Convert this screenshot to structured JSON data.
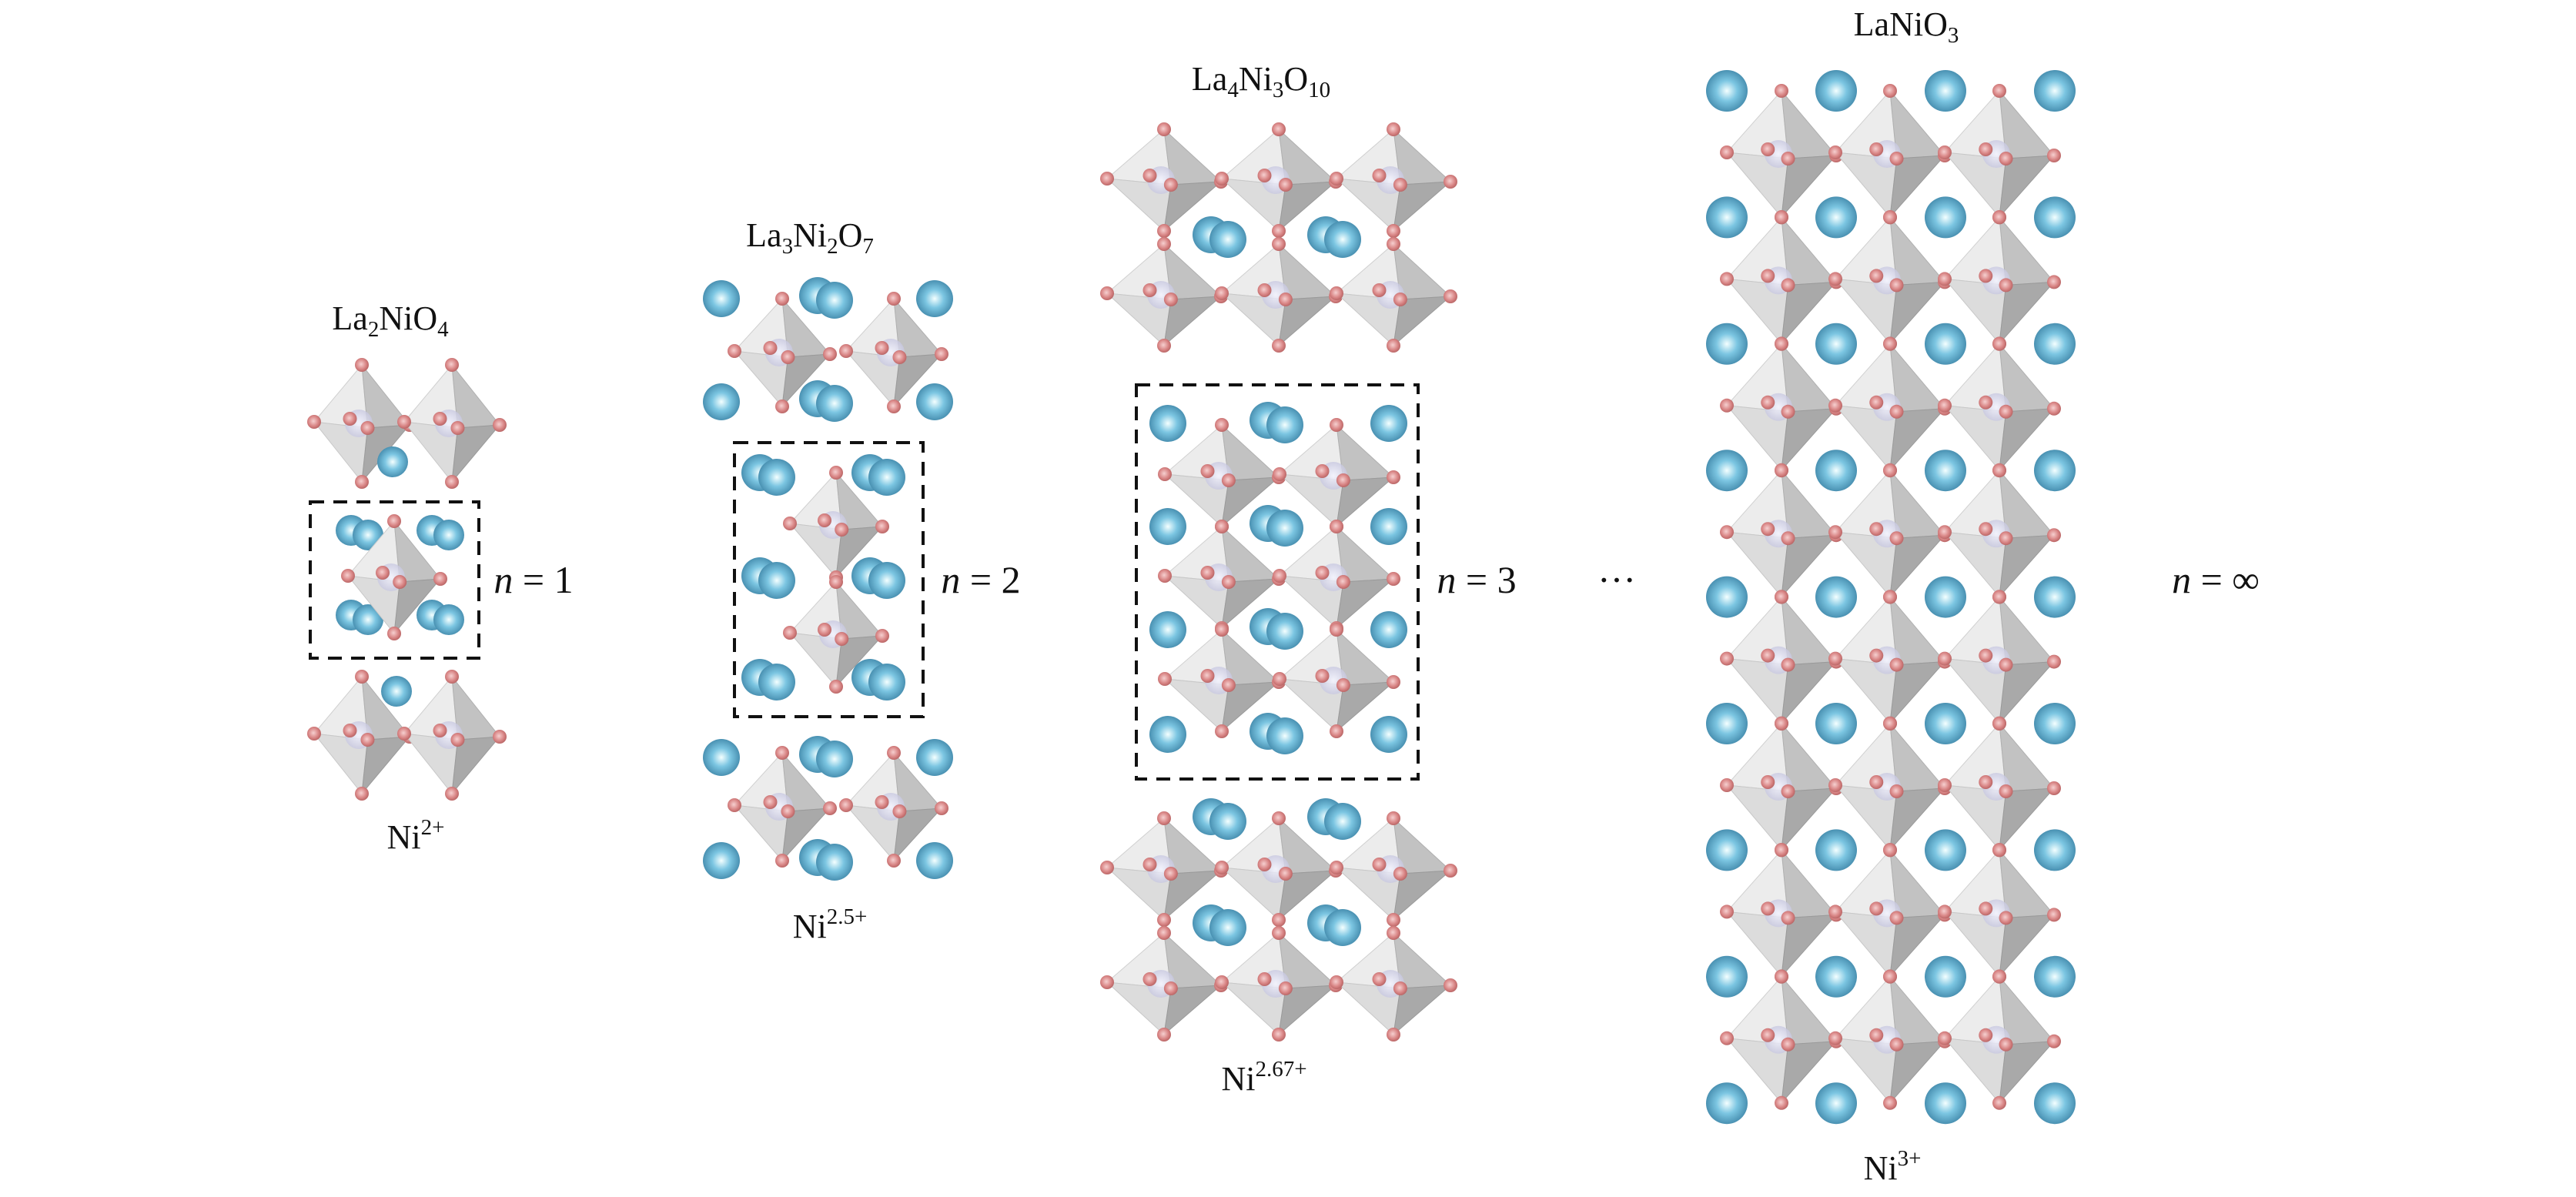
{
  "structures": [
    {
      "id": "la2nio4",
      "formula": [
        "La",
        "2",
        "Ni",
        "O",
        "4"
      ],
      "n_var": "n",
      "n_eq": " = ",
      "n_val": "1",
      "valence_base": "Ni",
      "valence_sup": "2+"
    },
    {
      "id": "la3ni2o7",
      "formula": [
        "La",
        "3",
        "Ni",
        "2",
        "O",
        "7"
      ],
      "n_var": "n",
      "n_eq": " = ",
      "n_val": "2",
      "valence_base": "Ni",
      "valence_sup": "2.5+"
    },
    {
      "id": "la4ni3o10",
      "formula": [
        "La",
        "4",
        "Ni",
        "3",
        "O",
        "10"
      ],
      "n_var": "n",
      "n_eq": " = ",
      "n_val": "3",
      "valence_base": "Ni",
      "valence_sup": "2.67+"
    },
    {
      "id": "lanio3",
      "formula": [
        "LaNiO",
        "3"
      ],
      "n_var": "n",
      "n_eq": " = ",
      "n_val": "∞",
      "valence_base": "Ni",
      "valence_sup": "3+"
    }
  ],
  "ellipsis": "···",
  "colors": {
    "la": "#6bbcdc",
    "la_edge": "#3f86a8",
    "o": "#d98686",
    "ni": "#d9d9ee",
    "oct_light": "#ececec",
    "oct_dark": "#b8b8b8"
  }
}
